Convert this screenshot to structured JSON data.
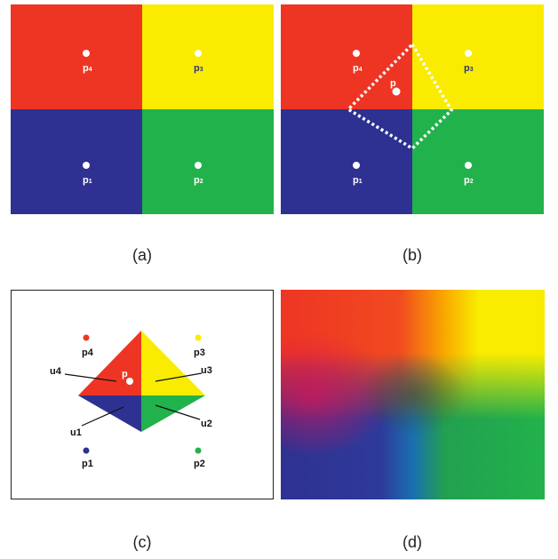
{
  "colors": {
    "red": "#ee3524",
    "yellow": "#f9ec00",
    "blue": "#2e3191",
    "green": "#22b24c",
    "white": "#ffffff",
    "black": "#111111"
  },
  "panels": {
    "a": {
      "caption": "(a)",
      "points": [
        {
          "base": "p",
          "sub": "4"
        },
        {
          "base": "p",
          "sub": "3"
        },
        {
          "base": "p",
          "sub": "1"
        },
        {
          "base": "p",
          "sub": "2"
        }
      ]
    },
    "b": {
      "caption": "(b)",
      "center_label": "p",
      "points": [
        {
          "base": "p",
          "sub": "4"
        },
        {
          "base": "p",
          "sub": "3"
        },
        {
          "base": "p",
          "sub": "1"
        },
        {
          "base": "p",
          "sub": "2"
        }
      ]
    },
    "c": {
      "caption": "(c)",
      "center_label": "p",
      "points": [
        "p4",
        "p3",
        "p1",
        "p2"
      ],
      "regions": [
        "u4",
        "u3",
        "u1",
        "u2"
      ]
    },
    "d": {
      "caption": "(d)"
    }
  }
}
